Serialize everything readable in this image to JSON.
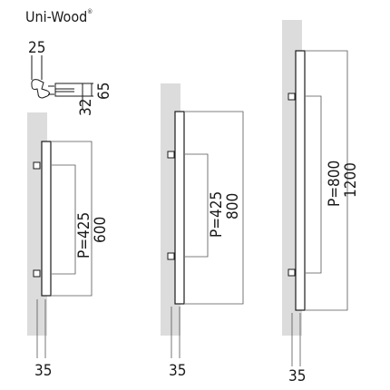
{
  "title": "Uni-Wood",
  "title_mark": "®",
  "profile": {
    "width_dim": "25",
    "depth_dim": "32",
    "height_dim": "65"
  },
  "handles": [
    {
      "pitch_label": "P=425",
      "length_label": "600",
      "offset_label": "35"
    },
    {
      "pitch_label": "P=425",
      "length_label": "800",
      "offset_label": "35"
    },
    {
      "pitch_label": "P=800",
      "length_label": "1200",
      "offset_label": "35"
    }
  ],
  "colors": {
    "wall": "#dcdcdc",
    "line": "#1a1a1a",
    "dim_line": "#555555"
  }
}
